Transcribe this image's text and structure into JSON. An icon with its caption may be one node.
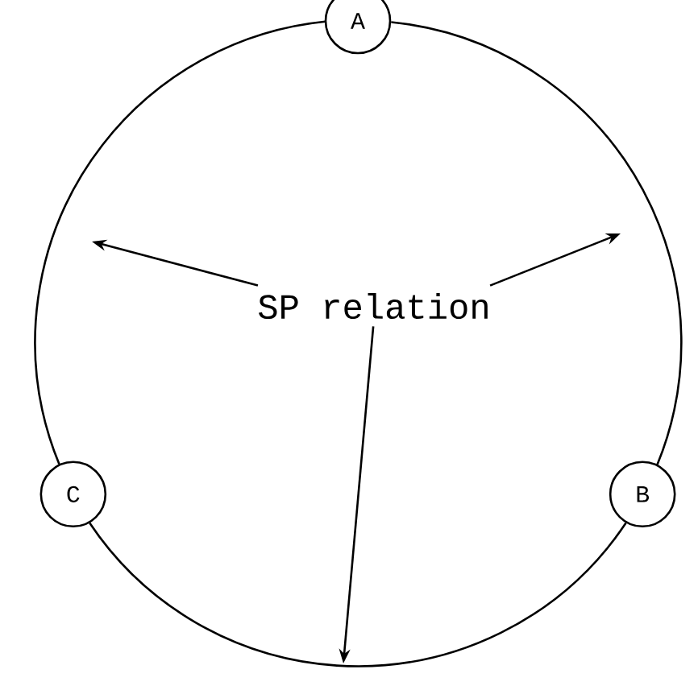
{
  "diagram": {
    "nodes": [
      {
        "text": [
          "A"
        ]
      },
      {
        "text": [
          "B"
        ]
      },
      {
        "text": [
          "C"
        ]
      },
      {
        "text": [
          "SP relation"
        ]
      }
    ],
    "edges": [
      {
        "from": 0,
        "to": 1,
        "arrow": "none"
      },
      {
        "from": 1,
        "to": 2,
        "arrow": "none"
      },
      {
        "from": 2,
        "to": 0,
        "arrow": "none"
      },
      {
        "from": 3,
        "to": null,
        "arrow": "to"
      },
      {
        "from": 3,
        "to": null,
        "arrow": "to"
      },
      {
        "from": 3,
        "to": null,
        "arrow": "to"
      }
    ]
  }
}
